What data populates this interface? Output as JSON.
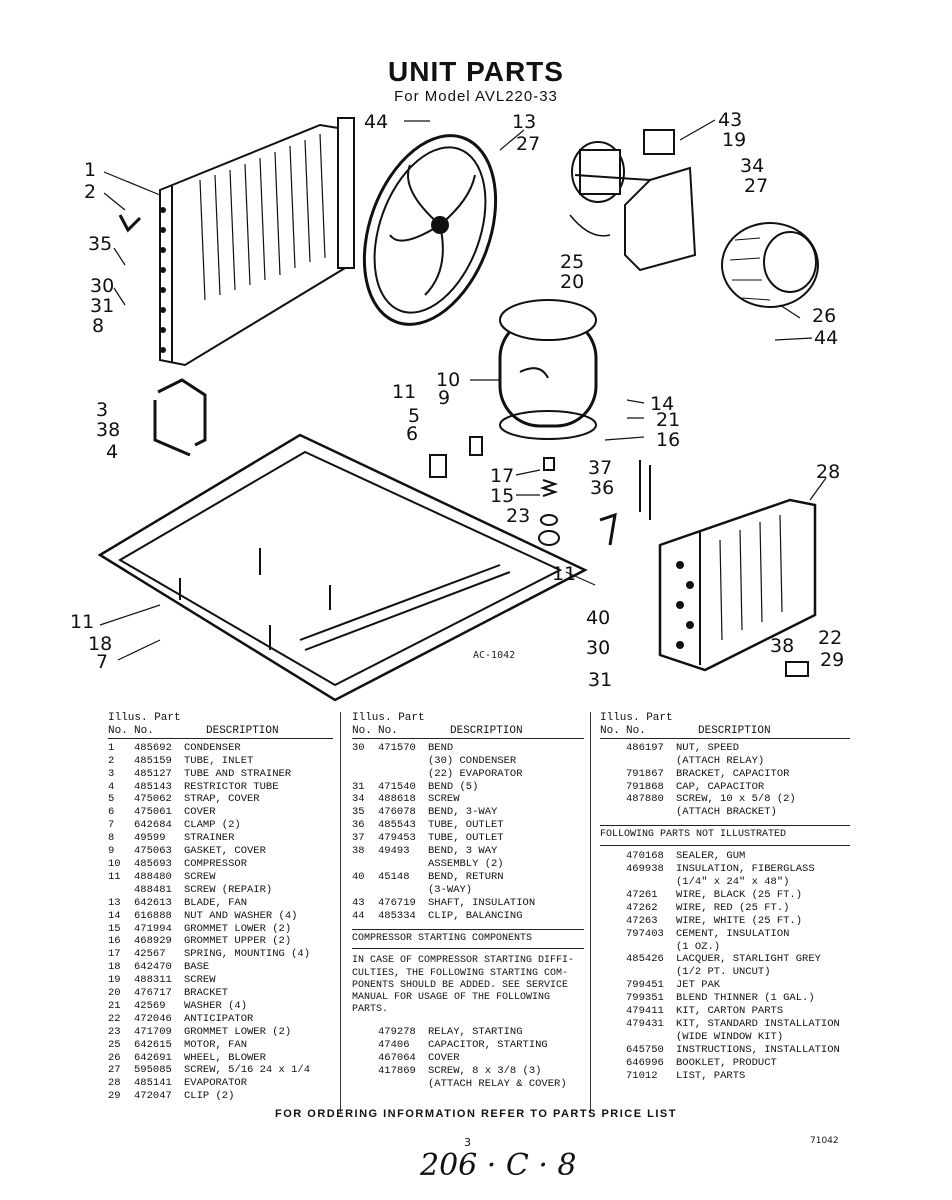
{
  "header": {
    "title": "UNIT PARTS",
    "subtitle": "For Model AVL220-33"
  },
  "diagram": {
    "code_label": "AC-1042",
    "callouts": [
      "1",
      "2",
      "35",
      "30",
      "31",
      "8",
      "3",
      "38",
      "4",
      "44",
      "13",
      "27",
      "43",
      "19",
      "34",
      "27",
      "25",
      "20",
      "26",
      "44",
      "10",
      "9",
      "11",
      "5",
      "6",
      "14",
      "21",
      "16",
      "17",
      "15",
      "23",
      "37",
      "36",
      "28",
      "11",
      "40",
      "30",
      "38",
      "22",
      "29",
      "31",
      "11",
      "18",
      "7"
    ]
  },
  "table_headers": {
    "illus": "Illus. Part",
    "no": "No.",
    "no2": "No.",
    "description": "DESCRIPTION"
  },
  "col1": [
    [
      "1",
      "485692",
      "CONDENSER"
    ],
    [
      "2",
      "485159",
      "TUBE, INLET"
    ],
    [
      "3",
      "485127",
      "TUBE AND STRAINER"
    ],
    [
      "4",
      "485143",
      "RESTRICTOR TUBE"
    ],
    [
      "5",
      "475062",
      "STRAP, COVER"
    ],
    [
      "6",
      "475061",
      "COVER"
    ],
    [
      "7",
      "642684",
      "CLAMP (2)"
    ],
    [
      "8",
      "49599",
      "STRAINER"
    ],
    [
      "9",
      "475063",
      "GASKET, COVER"
    ],
    [
      "10",
      "485693",
      "COMPRESSOR"
    ],
    [
      "11",
      "488480",
      "SCREW"
    ],
    [
      "",
      "488481",
      "SCREW (REPAIR)"
    ],
    [
      "13",
      "642613",
      "BLADE, FAN"
    ],
    [
      "14",
      "616888",
      "NUT AND WASHER (4)"
    ],
    [
      "15",
      "471994",
      "GROMMET LOWER (2)"
    ],
    [
      "16",
      "468929",
      "GROMMET UPPER (2)"
    ],
    [
      "17",
      "42567",
      "SPRING, MOUNTING (4)"
    ],
    [
      "18",
      "642470",
      "BASE"
    ],
    [
      "19",
      "488311",
      "SCREW"
    ],
    [
      "20",
      "476717",
      "BRACKET"
    ],
    [
      "21",
      "42569",
      "WASHER (4)"
    ],
    [
      "22",
      "472046",
      "ANTICIPATOR"
    ],
    [
      "23",
      "471709",
      "GROMMET LOWER (2)"
    ],
    [
      "25",
      "642615",
      "MOTOR, FAN"
    ],
    [
      "26",
      "642691",
      "WHEEL, BLOWER"
    ],
    [
      "27",
      "595085",
      "SCREW, 5/16 24 x 1/4"
    ],
    [
      "28",
      "485141",
      "EVAPORATOR"
    ],
    [
      "29",
      "472047",
      "CLIP (2)"
    ]
  ],
  "col2": [
    [
      "30",
      "471570",
      "BEND"
    ],
    [
      "",
      "",
      "(30) CONDENSER"
    ],
    [
      "",
      "",
      "(22) EVAPORATOR"
    ],
    [
      "31",
      "471540",
      "BEND (5)"
    ],
    [
      "34",
      "488618",
      "SCREW"
    ],
    [
      "35",
      "476078",
      "BEND, 3-WAY"
    ],
    [
      "36",
      "485543",
      "TUBE, OUTLET"
    ],
    [
      "37",
      "479453",
      "TUBE, OUTLET"
    ],
    [
      "38",
      "49493",
      "BEND, 3 WAY"
    ],
    [
      "",
      "",
      "ASSEMBLY (2)"
    ],
    [
      "40",
      "45148",
      "BEND, RETURN"
    ],
    [
      "",
      "",
      "(3-WAY)"
    ],
    [
      "43",
      "476719",
      "SHAFT, INSULATION"
    ],
    [
      "44",
      "485334",
      "CLIP, BALANCING"
    ]
  ],
  "col2_section": "COMPRESSOR STARTING COMPONENTS",
  "col2_note": "IN CASE OF COMPRESSOR STARTING DIFFI-\nCULTIES, THE FOLLOWING STARTING COM-\nPONENTS SHOULD BE ADDED. SEE SERVICE\nMANUAL FOR USAGE OF THE FOLLOWING\nPARTS.",
  "col2_starting": [
    [
      "",
      "479278",
      "RELAY, STARTING"
    ],
    [
      "",
      "47406",
      "CAPACITOR, STARTING"
    ],
    [
      "",
      "467064",
      "COVER"
    ],
    [
      "",
      "417869",
      "SCREW, 8 x 3/8 (3)"
    ],
    [
      "",
      "",
      "(ATTACH RELAY & COVER)"
    ]
  ],
  "col3": [
    [
      "",
      "486197",
      "NUT, SPEED"
    ],
    [
      "",
      "",
      "(ATTACH RELAY)"
    ],
    [
      "",
      "791867",
      "BRACKET, CAPACITOR"
    ],
    [
      "",
      "791868",
      "CAP, CAPACITOR"
    ],
    [
      "",
      "487880",
      "SCREW, 10 x 5/8 (2)"
    ],
    [
      "",
      "",
      "(ATTACH BRACKET)"
    ]
  ],
  "col3_section": "FOLLOWING PARTS NOT ILLUSTRATED",
  "col3_notill": [
    [
      "",
      "470168",
      "SEALER, GUM"
    ],
    [
      "",
      "469938",
      "INSULATION, FIBERGLASS"
    ],
    [
      "",
      "",
      "(1/4\" x 24\" x 48\")"
    ],
    [
      "",
      "47261",
      "WIRE, BLACK (25 FT.)"
    ],
    [
      "",
      "47262",
      "WIRE, RED (25 FT.)"
    ],
    [
      "",
      "47263",
      "WIRE, WHITE (25 FT.)"
    ],
    [
      "",
      "797403",
      "CEMENT, INSULATION"
    ],
    [
      "",
      "",
      "(1 OZ.)"
    ],
    [
      "",
      "485426",
      "LACQUER, STARLIGHT GREY"
    ],
    [
      "",
      "",
      "(1/2 PT. UNCUT)"
    ],
    [
      "",
      "799451",
      "JET PAK"
    ],
    [
      "",
      "799351",
      "BLEND THINNER (1 GAL.)"
    ],
    [
      "",
      "479411",
      "KIT, CARTON PARTS"
    ],
    [
      "",
      "479431",
      "KIT, STANDARD INSTALLATION"
    ],
    [
      "",
      "",
      "(WIDE WINDOW KIT)"
    ],
    [
      "",
      "645750",
      "INSTRUCTIONS, INSTALLATION"
    ],
    [
      "",
      "646996",
      "BOOKLET, PRODUCT"
    ],
    [
      "",
      "71012",
      "LIST, PARTS"
    ]
  ],
  "footer": {
    "order_note": "FOR ORDERING INFORMATION REFER TO PARTS PRICE LIST",
    "page_number": "3",
    "doc_code": "71042",
    "handwritten": "206 · C · 8"
  }
}
